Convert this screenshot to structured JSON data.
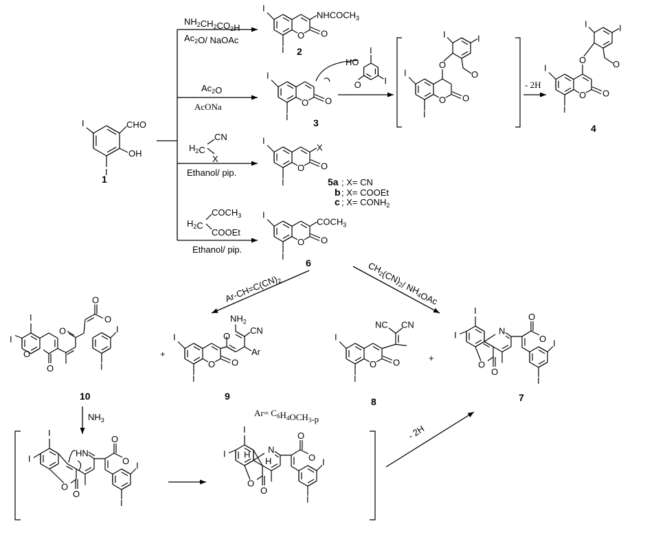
{
  "scheme": {
    "compounds": {
      "c1": {
        "number": "1",
        "substituents": [
          "I",
          "I",
          "CHO",
          "OH"
        ]
      },
      "c2": {
        "number": "2",
        "substituent": "NHCOCH3"
      },
      "c3": {
        "number": "3"
      },
      "c4": {
        "number": "4"
      },
      "c5": {
        "number": "5a",
        "x": "X",
        "variants": [
          {
            "id": "5a",
            "x": "X= CN"
          },
          {
            "id": "b",
            "x": "X= COOEt"
          },
          {
            "id": "c",
            "x": "X= CONH2"
          }
        ]
      },
      "c6": {
        "number": "6",
        "substituent": "COCH3"
      },
      "c7": {
        "number": "7"
      },
      "c8": {
        "number": "8"
      },
      "c9": {
        "number": "9"
      },
      "c10": {
        "number": "10"
      }
    },
    "reagents": {
      "r2_top": "NH2CH2CO2H",
      "r2_bottom": "Ac2O/ NaOAc",
      "r3_top": "Ac2O",
      "r3_bottom": "AcONa",
      "r5_reagent_cn": "CN",
      "r5_reagent_h2c": "H2C",
      "r5_reagent_x": "X",
      "r5_bottom": "Ethanol/ pip.",
      "r6_reagent_coch3": "COCH3",
      "r6_reagent_h2c": "H2C",
      "r6_reagent_cooet": "COOEt",
      "r6_bottom": "Ethanol/ pip.",
      "r9": "Ar-CH=C(CN)2",
      "r7": "CH2(CN)2/ NH4OAc",
      "r4": "- 2H",
      "r_nh3": "NH3",
      "r_final": "- 2H",
      "ar_def": "Ar= C6H4OCH3-p"
    },
    "atoms": {
      "I": "I",
      "O": "O",
      "N": "N",
      "HO": "HO",
      "HN": "HN",
      "H": "H",
      "NH2": "NH2",
      "CN": "CN",
      "NC": "NC",
      "Ar": "Ar",
      "CHO": "CHO",
      "OH": "OH",
      "plus": "+"
    }
  }
}
